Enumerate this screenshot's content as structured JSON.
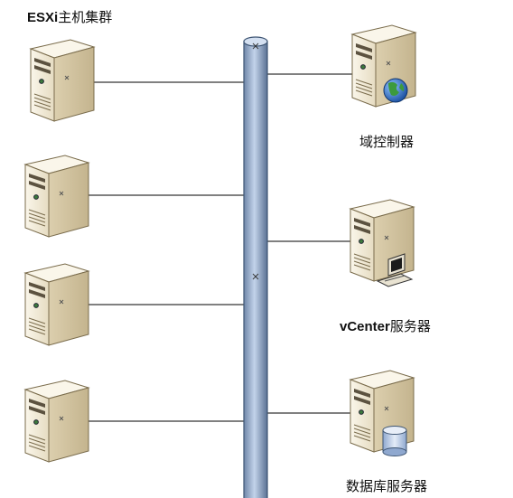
{
  "labels": {
    "cluster_prefix": "ESXi",
    "cluster_suffix": "主机集群",
    "domain_controller": "域控制器",
    "vcenter_prefix": "vCenter",
    "vcenter_suffix": "服务器",
    "database_server": "数据库服务器"
  },
  "colors": {
    "bus_fill": "#9fb4d4",
    "bus_edge": "#3e5573",
    "server_front": "#f1ead8",
    "server_side": "#d6c8a6",
    "server_top": "#faf6ea",
    "line": "#000000",
    "globe": "#2e6bc4",
    "database": "#b9cbe6"
  },
  "icons": {
    "esxi_host": "server-tower-icon",
    "domain_controller": "globe-icon",
    "vcenter": "workstation-icon",
    "database": "database-cylinder-icon"
  }
}
